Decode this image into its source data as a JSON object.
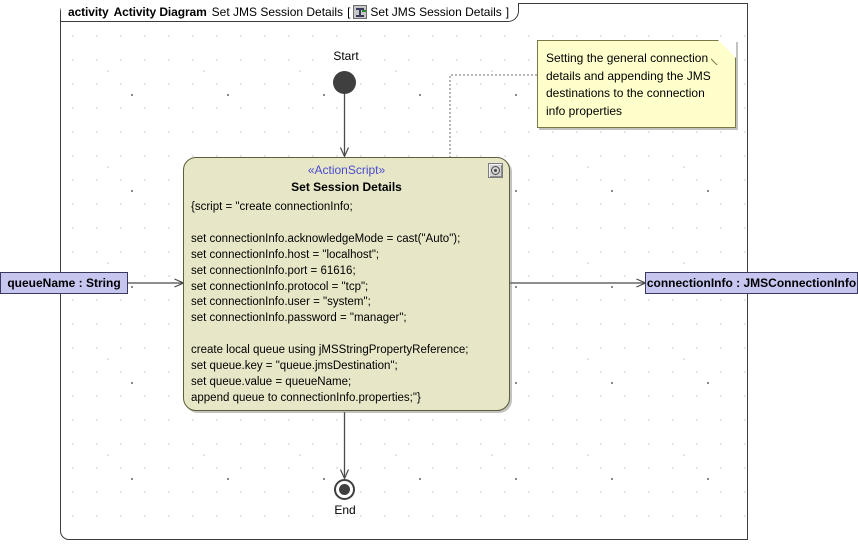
{
  "frame": {
    "keyword": "activity",
    "type_label": "Activity Diagram",
    "diagram_name": "Set JMS Session Details",
    "bracket_open": "[",
    "qualified_name": "Set JMS Session Details",
    "bracket_close": "]",
    "icon": "activity-diagram-icon",
    "border_color": "#3c3c3c",
    "background_color": "#ffffff"
  },
  "nodes": {
    "start": {
      "label": "Start",
      "kind": "initial-node",
      "fill_color": "#3f3f3f"
    },
    "end": {
      "label": "End",
      "kind": "activity-final-node",
      "fill_color": "#3f3f3f"
    },
    "action": {
      "stereotype": "«ActionScript»",
      "title": "Set Session Details",
      "fill_color": "#e7e7c8",
      "border_color": "#5d5d3a",
      "stereotype_color": "#4a4ad0",
      "gear_icon": "gear-icon",
      "script": "{script = \"create connectionInfo;\n\nset connectionInfo.acknowledgeMode = cast(\"Auto\");\nset connectionInfo.host = \"localhost\";\nset connectionInfo.port = 61616;\nset connectionInfo.protocol = \"tcp\";\nset connectionInfo.user = \"system\";\nset connectionInfo.password = \"manager\";\n\ncreate local queue using jMSStringPropertyReference;\nset queue.key = \"queue.jmsDestination\";\nset queue.value = queueName;\nappend queue to connectionInfo.properties;\"}"
    },
    "input_parameter": {
      "label": "queueName : String",
      "name": "queueName",
      "type": "String",
      "fill_color": "#c6c6f0",
      "border_color": "#3a3a5e"
    },
    "output_parameter": {
      "label": "connectionInfo : JMSConnectionInfo",
      "name": "connectionInfo",
      "type": "JMSConnectionInfo",
      "fill_color": "#c6c6f0",
      "border_color": "#3a3a5e"
    },
    "note": {
      "text": "Setting the general connection details and appending the JMS destinations to the connection info properties",
      "fill_color": "#ffffcc",
      "border_color": "#7a7a44"
    }
  },
  "edges": {
    "start_to_action": {
      "kind": "control-flow",
      "arrow": "open-arrow"
    },
    "action_to_end": {
      "kind": "control-flow",
      "arrow": "open-arrow"
    },
    "param_in_to_action": {
      "kind": "object-flow",
      "arrow": "open-arrow"
    },
    "action_to_param_out": {
      "kind": "object-flow",
      "arrow": "open-arrow"
    },
    "note_anchor": {
      "kind": "note-anchor",
      "style": "dashed"
    }
  }
}
